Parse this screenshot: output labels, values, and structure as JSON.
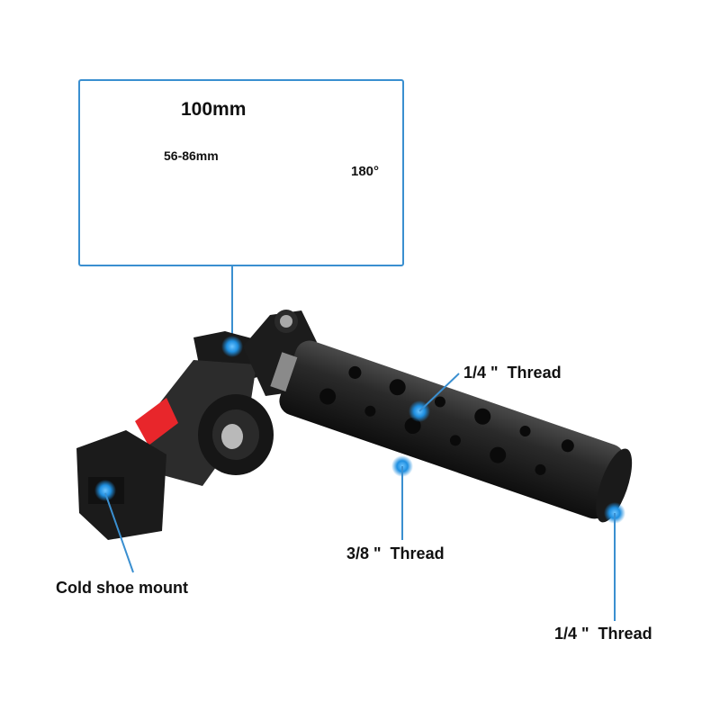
{
  "inset": {
    "width_label": "100mm",
    "clamp_range_label": "56-86mm",
    "rotation_label": "180°"
  },
  "callouts": {
    "thread_top": "1/4 \"  Thread",
    "thread_middle": "3/8 \"  Thread",
    "thread_end": "1/4 \"  Thread",
    "cold_shoe": "Cold shoe mount"
  },
  "colors": {
    "accent_blue": "#1f8fe0",
    "frame_blue": "#3a8fd0",
    "clamp_red": "#e8262b",
    "body_black": "#1c1c1c"
  }
}
